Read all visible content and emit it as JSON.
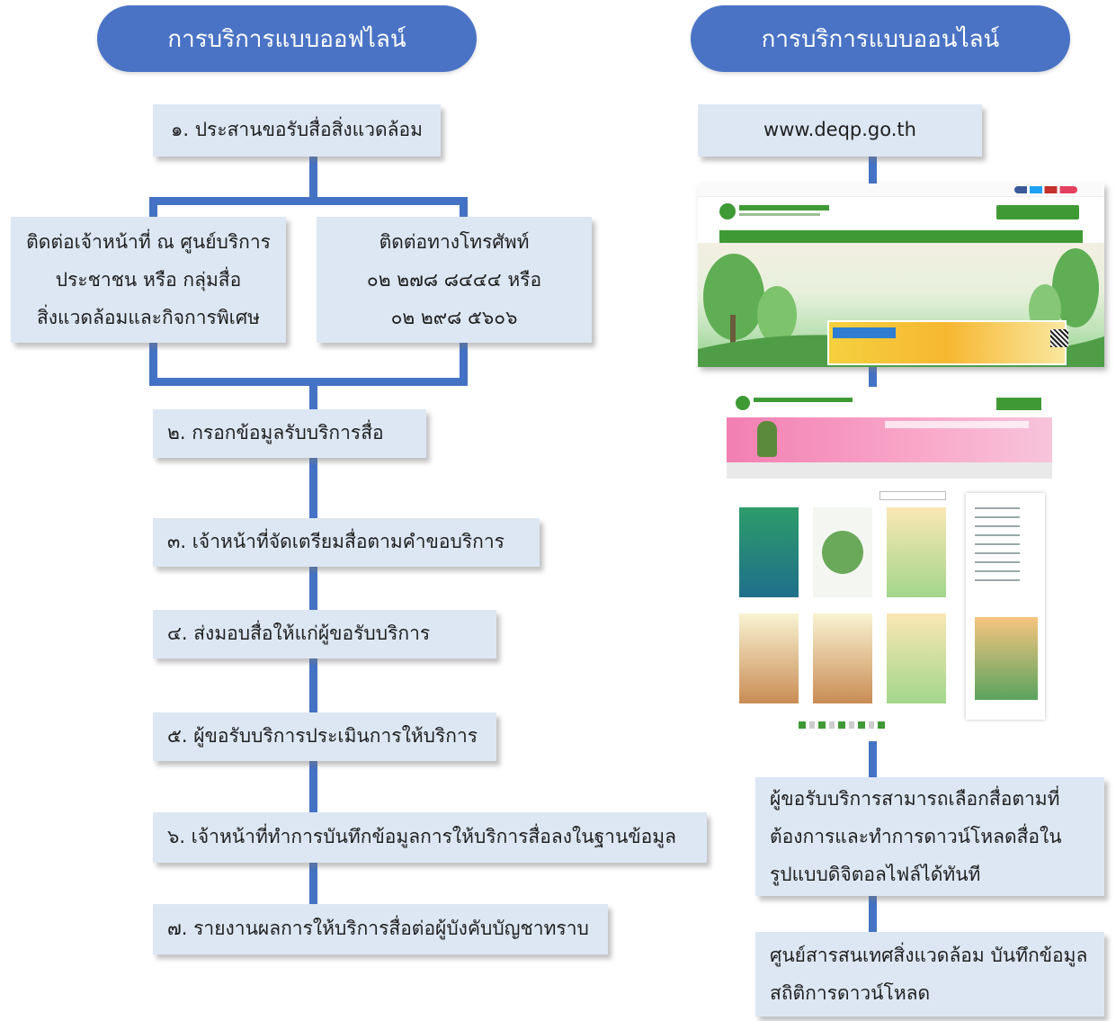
{
  "offline": {
    "header": "การบริการแบบออฟไลน์",
    "step1": "๑. ประสานขอรับสื่อสิ่งแวดล้อม",
    "branch_left": [
      "ติดต่อเจ้าหน้าที่ ณ ศูนย์บริการ",
      "ประชาชน หรือ กลุ่มสื่อ",
      "สิ่งแวดล้อมและกิจการพิเศษ"
    ],
    "branch_right": [
      "ติดต่อทางโทรศัพท์",
      "๐๒ ๒๗๘ ๘๔๔๔ หรือ",
      "๐๒ ๒๙๘ ๕๖๐๖"
    ],
    "step2": "๒. กรอกข้อมูลรับบริการสื่อ",
    "step3": "๓. เจ้าหน้าที่จัดเตรียมสื่อตามคำขอบริการ",
    "step4": "๔. ส่งมอบสื่อให้แก่ผู้ขอรับบริการ",
    "step5": "๕. ผู้ขอรับบริการประเมินการให้บริการ",
    "step6": "๖. เจ้าหน้าที่ทำการบันทึกข้อมูลการให้บริการสื่อลงในฐานข้อมูล",
    "step7": "๗. รายงานผลการให้บริการสื่อต่อผู้บังคับบัญชาทราบ"
  },
  "online": {
    "header": "การบริการแบบออนไลน์",
    "website": "www.deqp.go.th",
    "step_a": [
      "ผู้ขอรับบริการสามารถเลือกสื่อตามที่",
      "ต้องการและทำการดาวน์โหลดสื่อใน",
      "รูปแบบดิจิตอลไฟล์ได้ทันที"
    ],
    "step_b": [
      "ศูนย์สารสนเทศสิ่งแวดล้อม บันทึกข้อมูล",
      "สถิติการดาวน์โหลด"
    ]
  },
  "colors": {
    "accent": "#4472c4",
    "pill": "#4a73c5",
    "box": "#dde7f4",
    "site_green": "#3f9a35"
  }
}
